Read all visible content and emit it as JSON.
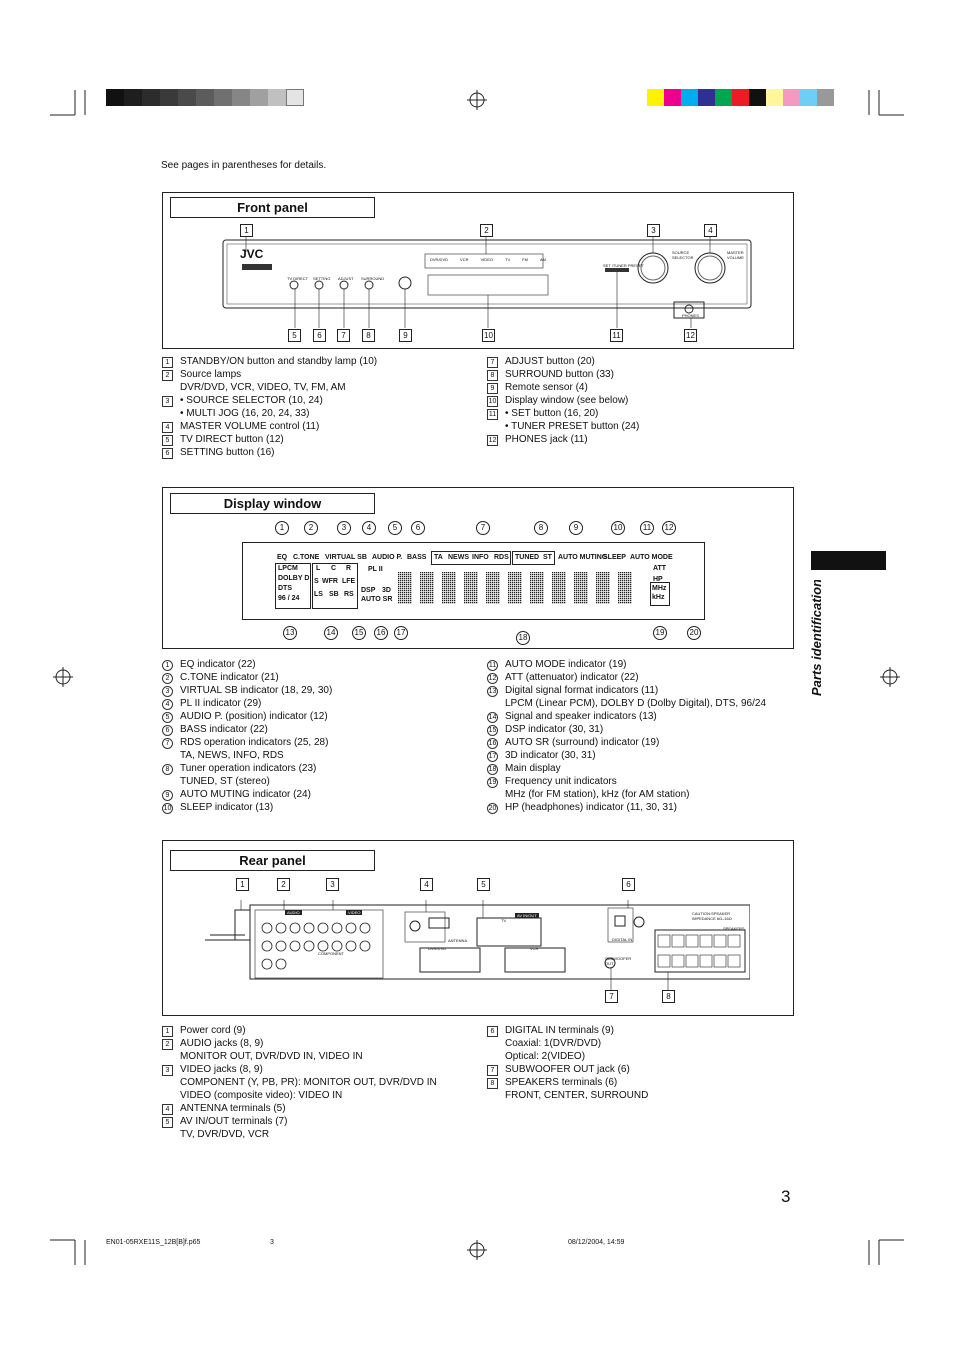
{
  "intro": "See pages in parentheses for details.",
  "page_number": "3",
  "side_tab": "Parts identification",
  "footer": {
    "file": "EN01-05RXE11S_12B[B]f.p65",
    "page": "3",
    "datetime": "08/12/2004, 14:59"
  },
  "colors": {
    "cyan": "#00aeef",
    "magenta": "#ec008c",
    "yellow": "#fff200",
    "black": "#111111"
  },
  "front": {
    "title": "Front panel",
    "brand": "JVC",
    "source_lamps": [
      "DVR/DVD",
      "VCR",
      "VIDEO",
      "TV",
      "FM",
      "AM"
    ],
    "panel_labels": {
      "tv_direct": "TV DIRECT",
      "setting": "SETTING",
      "adjust": "ADJUST",
      "surround": "SURROUND",
      "set": "SET /TUNER PRESET",
      "source_selector": "SOURCE SELECTOR",
      "master_volume": "MASTER VOLUME",
      "phones": "PHONES"
    },
    "items": [
      {
        "n": "1",
        "lines": [
          "STANDBY/ON button and standby lamp (10)"
        ]
      },
      {
        "n": "2",
        "lines": [
          "Source lamps",
          "DVR/DVD, VCR, VIDEO, TV, FM, AM"
        ]
      },
      {
        "n": "3",
        "lines": [
          "• SOURCE SELECTOR (10, 24)",
          "• MULTI JOG (16, 20, 24, 33)"
        ]
      },
      {
        "n": "4",
        "lines": [
          "MASTER VOLUME control (11)"
        ]
      },
      {
        "n": "5",
        "lines": [
          "TV DIRECT button (12)"
        ]
      },
      {
        "n": "6",
        "lines": [
          "SETTING button (16)"
        ]
      },
      {
        "n": "7",
        "lines": [
          "ADJUST button (20)"
        ]
      },
      {
        "n": "8",
        "lines": [
          "SURROUND button (33)"
        ]
      },
      {
        "n": "9",
        "lines": [
          "Remote sensor (4)"
        ]
      },
      {
        "n": "10",
        "lines": [
          "Display window (see below)"
        ]
      },
      {
        "n": "11",
        "lines": [
          "• SET button (16, 20)",
          "• TUNER PRESET button (24)"
        ]
      },
      {
        "n": "12",
        "lines": [
          "PHONES jack (11)"
        ]
      }
    ]
  },
  "display": {
    "title": "Display window",
    "labels": {
      "eq": "EQ",
      "ctone": "C.TONE",
      "virtual_sb": "VIRTUAL SB",
      "audio_p": "AUDIO P.",
      "bass": "BASS",
      "ta": "TA",
      "news": "NEWS",
      "info": "INFO",
      "rds": "RDS",
      "tuned": "TUNED",
      "st": "ST",
      "auto_muting": "AUTO MUTING",
      "sleep": "SLEEP",
      "auto_mode": "AUTO MODE",
      "att": "ATT",
      "hp": "HP",
      "lpcm": "LPCM",
      "dolby_d": "DOLBY D",
      "dts": "DTS",
      "r9624": "96 / 24",
      "l": "L",
      "c": "C",
      "r": "R",
      "s": "S",
      "wfr": "WFR",
      "lfe": "LFE",
      "ls": "LS",
      "sb": "SB",
      "rs": "RS",
      "plii": "PL II",
      "dsp": "DSP",
      "three_d": "3D",
      "auto_sr": "AUTO SR",
      "mhz": "MHz",
      "khz": "kHz"
    },
    "items": [
      {
        "n": "1",
        "lines": [
          "EQ indicator (22)"
        ]
      },
      {
        "n": "2",
        "lines": [
          "C.TONE indicator (21)"
        ]
      },
      {
        "n": "3",
        "lines": [
          "VIRTUAL SB indicator (18, 29, 30)"
        ]
      },
      {
        "n": "4",
        "lines": [
          "PL II indicator (29)"
        ]
      },
      {
        "n": "5",
        "lines": [
          "AUDIO P. (position) indicator (12)"
        ]
      },
      {
        "n": "6",
        "lines": [
          "BASS indicator (22)"
        ]
      },
      {
        "n": "7",
        "lines": [
          "RDS operation indicators (25, 28)",
          "TA, NEWS, INFO, RDS"
        ]
      },
      {
        "n": "8",
        "lines": [
          "Tuner operation indicators (23)",
          "TUNED, ST (stereo)"
        ]
      },
      {
        "n": "9",
        "lines": [
          "AUTO MUTING indicator (24)"
        ]
      },
      {
        "n": "10",
        "lines": [
          "SLEEP indicator (13)"
        ]
      },
      {
        "n": "11",
        "lines": [
          "AUTO MODE indicator (19)"
        ]
      },
      {
        "n": "12",
        "lines": [
          "ATT (attenuator) indicator (22)"
        ]
      },
      {
        "n": "13",
        "lines": [
          "Digital signal format indicators (11)",
          "LPCM (Linear PCM), DOLBY D (Dolby Digital), DTS, 96/24"
        ]
      },
      {
        "n": "14",
        "lines": [
          "Signal and speaker indicators (13)"
        ]
      },
      {
        "n": "15",
        "lines": [
          "DSP indicator (30, 31)"
        ]
      },
      {
        "n": "16",
        "lines": [
          "AUTO SR (surround) indicator (19)"
        ]
      },
      {
        "n": "17",
        "lines": [
          "3D indicator (30, 31)"
        ]
      },
      {
        "n": "18",
        "lines": [
          "Main display"
        ]
      },
      {
        "n": "19",
        "lines": [
          "Frequency unit indicators",
          "MHz (for FM station), kHz (for AM station)"
        ]
      },
      {
        "n": "20",
        "lines": [
          "HP (headphones) indicator (11, 30, 31)"
        ]
      }
    ]
  },
  "rear": {
    "title": "Rear panel",
    "panel_labels": {
      "audio": "AUDIO",
      "video": "VIDEO",
      "component": "COMPONENT",
      "antenna": "ANTENNA",
      "av_inout": "AV IN/OUT",
      "tv": "TV",
      "dvr_dvd": "DVR/DVD",
      "vcr": "VCR",
      "digital_in": "DIGITAL IN",
      "subwoofer": "SUBWOOFER OUT",
      "speakers": "SPEAKERS",
      "caution": "CAUTION:SPEAKER IMPEDANCE 6Ω–16Ω"
    },
    "items": [
      {
        "n": "1",
        "lines": [
          "Power cord (9)"
        ]
      },
      {
        "n": "2",
        "lines": [
          "AUDIO jacks (8, 9)",
          "MONITOR OUT, DVR/DVD IN, VIDEO IN"
        ]
      },
      {
        "n": "3",
        "lines": [
          "VIDEO jacks (8, 9)",
          "COMPONENT (Y, PB, PR): MONITOR OUT, DVR/DVD IN",
          "VIDEO (composite video): VIDEO IN"
        ]
      },
      {
        "n": "4",
        "lines": [
          "ANTENNA terminals (5)"
        ]
      },
      {
        "n": "5",
        "lines": [
          "AV IN/OUT terminals (7)",
          "TV, DVR/DVD, VCR"
        ]
      },
      {
        "n": "6",
        "lines": [
          "DIGITAL IN terminals (9)",
          "Coaxial: 1(DVR/DVD)",
          "Optical: 2(VIDEO)"
        ]
      },
      {
        "n": "7",
        "lines": [
          "SUBWOOFER OUT jack (6)"
        ]
      },
      {
        "n": "8",
        "lines": [
          "SPEAKERS terminals (6)",
          "FRONT, CENTER, SURROUND"
        ]
      }
    ]
  }
}
